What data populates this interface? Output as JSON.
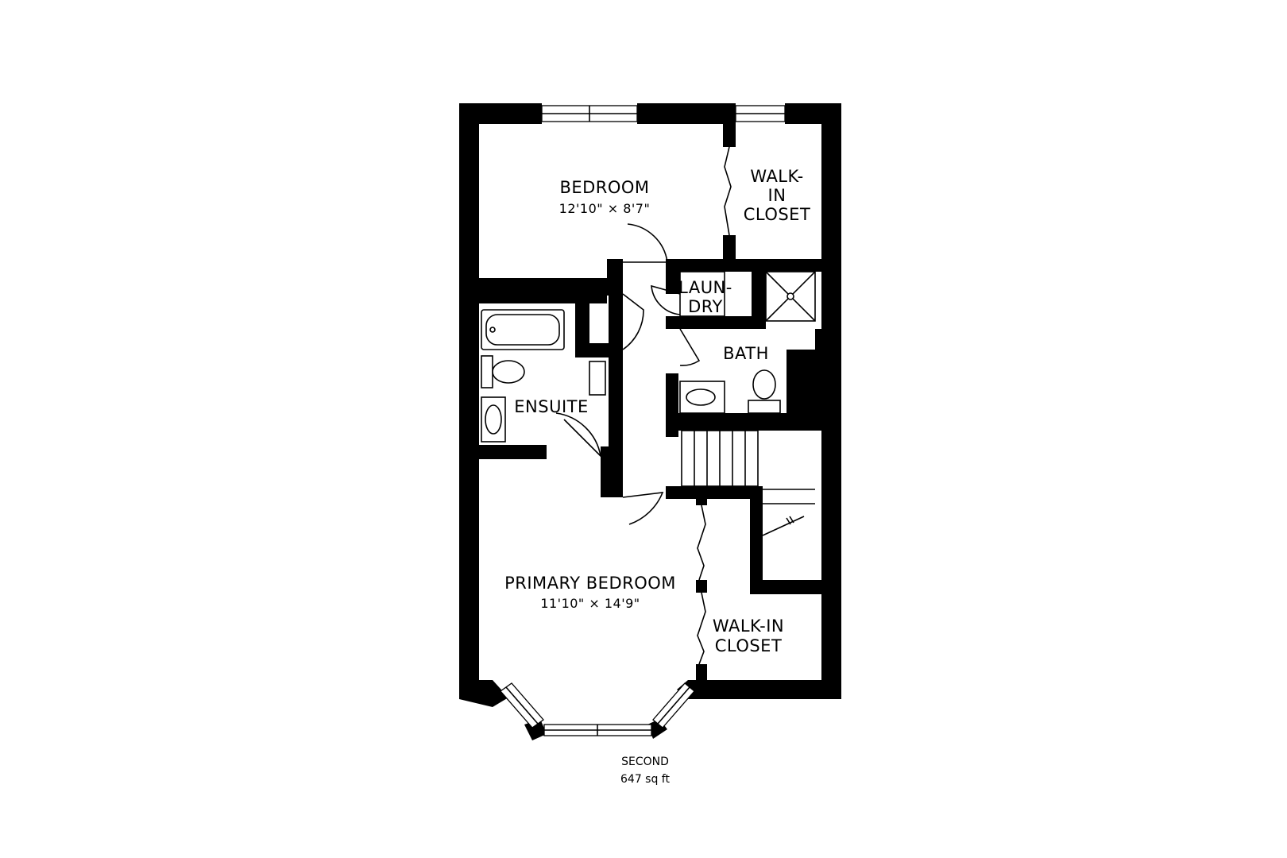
{
  "floor": {
    "name": "SECOND",
    "area": "647 sq ft"
  },
  "rooms": {
    "bedroom": {
      "name": "BEDROOM",
      "dims": "12'10\" × 8'7\""
    },
    "walkin_top": {
      "line1": "WALK-",
      "line2": "IN",
      "line3": "CLOSET"
    },
    "laundry": {
      "line1": "LAUN-",
      "line2": "DRY"
    },
    "bath": {
      "name": "BATH"
    },
    "ensuite": {
      "name": "ENSUITE"
    },
    "primary": {
      "name": "PRIMARY BEDROOM",
      "dims": "11'10\" × 14'9\""
    },
    "walkin_primary": {
      "line1": "WALK-IN",
      "line2": "CLOSET"
    }
  },
  "colors": {
    "wall": "#000000",
    "background": "#ffffff"
  }
}
